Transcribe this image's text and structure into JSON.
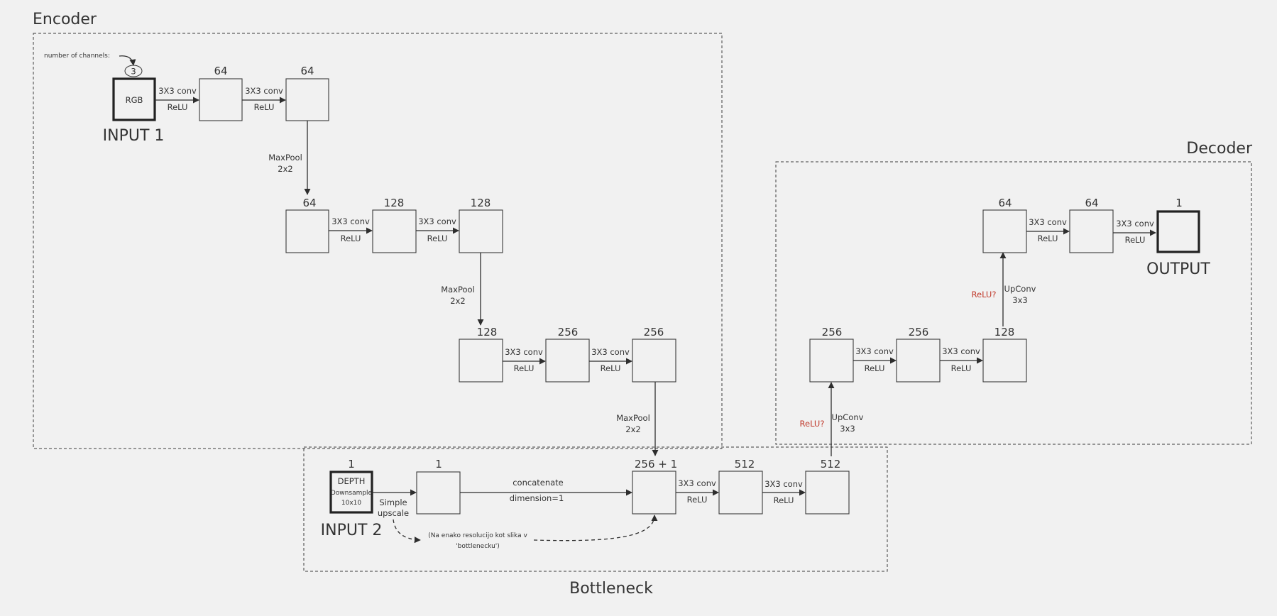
{
  "sections": {
    "encoder": "Encoder",
    "decoder": "Decoder",
    "bottleneck": "Bottleneck"
  },
  "note": {
    "channels_label": "number of channels:",
    "channels_value": "3"
  },
  "inputs": {
    "input1": {
      "node_text": "RGB",
      "caption": "INPUT 1"
    },
    "input2": {
      "node_title": "DEPTH",
      "node_sub1": "Downsample",
      "node_sub2": "10x10",
      "caption": "INPUT 2",
      "channels": "1"
    }
  },
  "output": {
    "caption": "OUTPUT",
    "channels": "1"
  },
  "encoder": {
    "row1": [
      "64",
      "64"
    ],
    "row2": [
      "64",
      "128",
      "128"
    ],
    "row3": [
      "128",
      "256",
      "256"
    ],
    "conv_label": "3X3 conv",
    "relu_label": "ReLU",
    "maxpool_label": "MaxPool",
    "maxpool_size": "2x2"
  },
  "bottleneck": {
    "upscaled_channels": "1",
    "concat_channels": "256 + 1",
    "conv1_channels": "512",
    "conv2_channels": "512",
    "upscale_line1": "Simple",
    "upscale_line2": "upscale",
    "concat_label": "concatenate",
    "dimension_label": "dimension=1",
    "note_line1": "(Na enako resolucijo kot slika v",
    "note_line2": "'bottlenecku')"
  },
  "decoder": {
    "row1": [
      "256",
      "256",
      "128"
    ],
    "row2": [
      "64",
      "64"
    ],
    "upconv_label": "UpConv",
    "upconv_size": "3x3",
    "relu_question": "ReLU?"
  }
}
